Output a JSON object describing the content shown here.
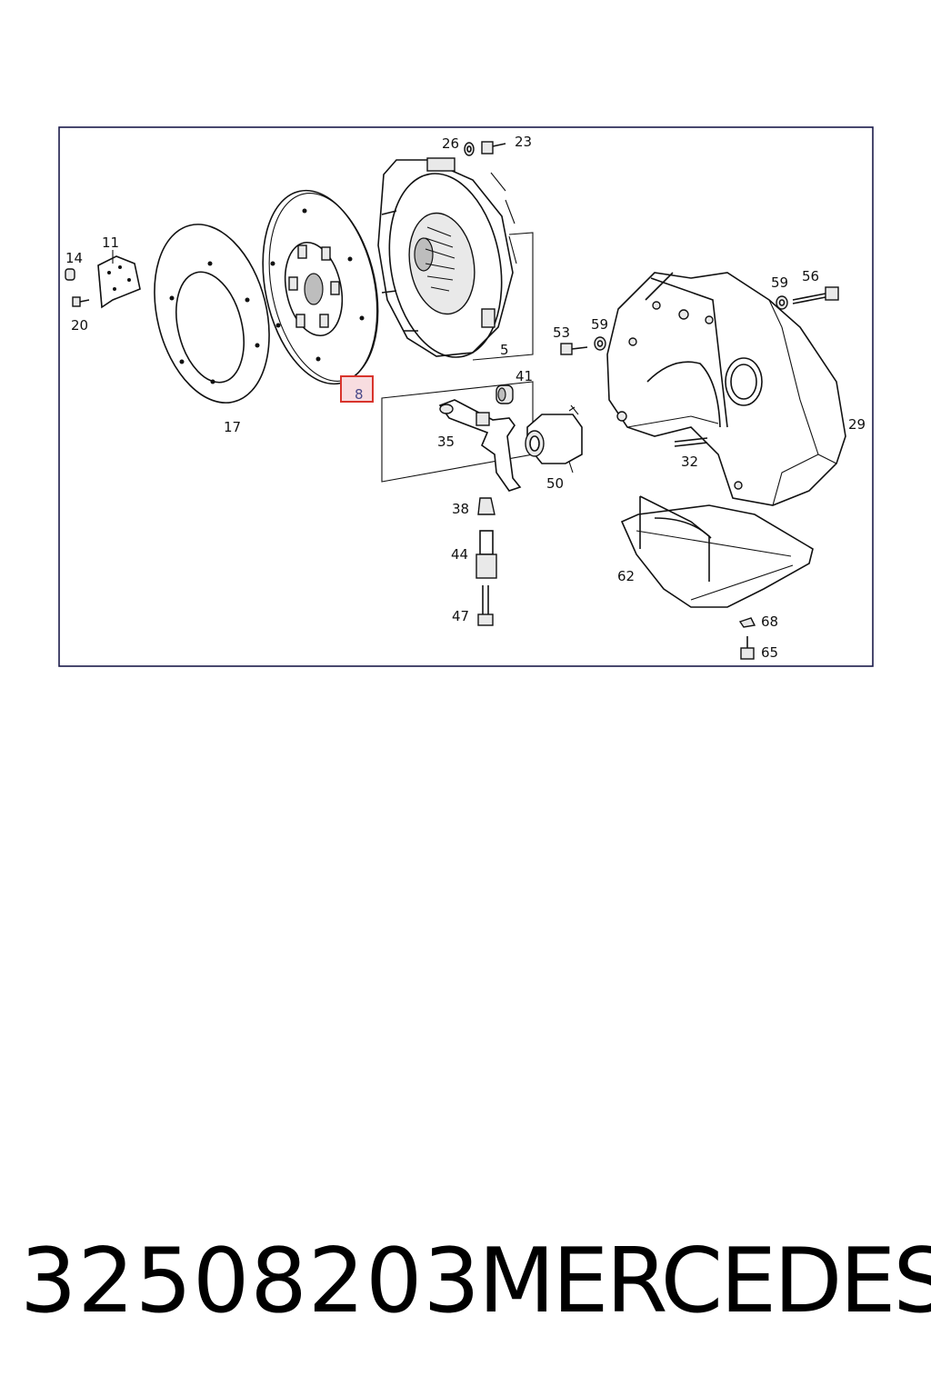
{
  "diagram": {
    "frame_color": "#1a1a4a",
    "highlight_color": "#d8342c",
    "highlighted_part": "8",
    "callouts": {
      "c26": "26",
      "c23": "23",
      "c11": "11",
      "c14": "14",
      "c20": "20",
      "c17": "17",
      "c8": "8",
      "c5": "5",
      "c41": "41",
      "c53": "53",
      "c59a": "59",
      "c59b": "59",
      "c56": "56",
      "c35": "35",
      "c50": "50",
      "c29": "29",
      "c32": "32",
      "c38": "38",
      "c44": "44",
      "c47": "47",
      "c62": "62",
      "c68": "68",
      "c65": "65"
    }
  },
  "footer": {
    "part_number": "32508203",
    "brand": "MERCEDES"
  }
}
